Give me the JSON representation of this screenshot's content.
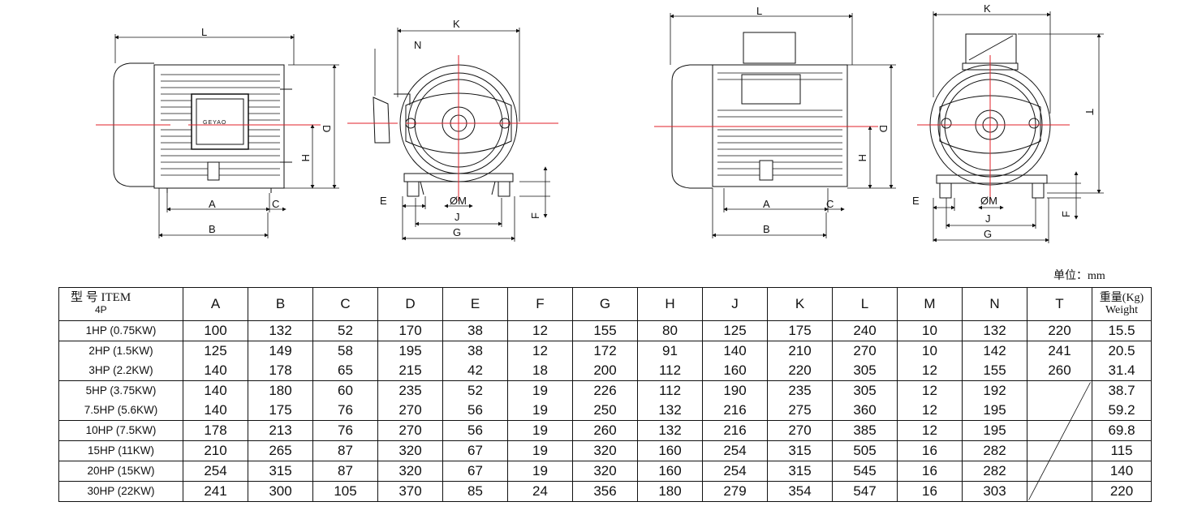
{
  "drawing_labels": {
    "left": {
      "L": "L",
      "A": "A",
      "B": "B",
      "C": "C",
      "D": "D",
      "H": "H"
    },
    "middle": {
      "K": "K",
      "N": "N",
      "E": "E",
      "M": "ØM",
      "J": "J",
      "G": "G",
      "F": "F"
    },
    "right_side": {
      "L": "L",
      "A": "A",
      "B": "B",
      "C": "C",
      "D": "D",
      "H": "H"
    },
    "right_front": {
      "K": "K",
      "T": "T",
      "E": "E",
      "M": "ØM",
      "J": "J",
      "G": "G",
      "F": "F"
    },
    "logo_text": "GEYAO"
  },
  "unit": "单位：mm",
  "table": {
    "item_header": "型 号 ITEM",
    "item_sub": "4P",
    "weight_header_cn": "重量(Kg)",
    "weight_header_en": "Weight",
    "columns": [
      "A",
      "B",
      "C",
      "D",
      "E",
      "F",
      "G",
      "H",
      "J",
      "K",
      "L",
      "M",
      "N",
      "T"
    ],
    "rows": [
      {
        "model": "1HP (0.75KW)",
        "vals": [
          "100",
          "132",
          "52",
          "170",
          "38",
          "12",
          "155",
          "80",
          "125",
          "175",
          "240",
          "10",
          "132",
          "220"
        ],
        "weight": "15.5"
      },
      {
        "model": "2HP (1.5KW)",
        "vals": [
          "125",
          "149",
          "58",
          "195",
          "38",
          "12",
          "172",
          "91",
          "140",
          "210",
          "270",
          "10",
          "142",
          "241"
        ],
        "weight": "20.5"
      },
      {
        "model": "3HP (2.2KW)",
        "vals": [
          "140",
          "178",
          "65",
          "215",
          "42",
          "18",
          "200",
          "112",
          "160",
          "220",
          "305",
          "12",
          "155",
          "260"
        ],
        "weight": "31.4"
      },
      {
        "model": "5HP (3.75KW)",
        "vals": [
          "140",
          "180",
          "60",
          "235",
          "52",
          "19",
          "226",
          "112",
          "190",
          "235",
          "305",
          "12",
          "192",
          ""
        ],
        "weight": "38.7"
      },
      {
        "model": "7.5HP (5.6KW)",
        "vals": [
          "140",
          "175",
          "76",
          "270",
          "56",
          "19",
          "250",
          "132",
          "216",
          "275",
          "360",
          "12",
          "195",
          ""
        ],
        "weight": "59.2"
      },
      {
        "model": "10HP (7.5KW)",
        "vals": [
          "178",
          "213",
          "76",
          "270",
          "56",
          "19",
          "260",
          "132",
          "216",
          "270",
          "385",
          "12",
          "195",
          ""
        ],
        "weight": "69.8"
      },
      {
        "model": "15HP (11KW)",
        "vals": [
          "210",
          "265",
          "87",
          "320",
          "67",
          "19",
          "320",
          "160",
          "254",
          "315",
          "505",
          "16",
          "282",
          ""
        ],
        "weight": "115"
      },
      {
        "model": "20HP (15KW)",
        "vals": [
          "254",
          "315",
          "87",
          "320",
          "67",
          "19",
          "320",
          "160",
          "254",
          "315",
          "545",
          "16",
          "282",
          ""
        ],
        "weight": "140"
      },
      {
        "model": "30HP (22KW)",
        "vals": [
          "241",
          "300",
          "105",
          "370",
          "85",
          "24",
          "356",
          "180",
          "279",
          "354",
          "547",
          "16",
          "303",
          ""
        ],
        "weight": "220"
      }
    ]
  }
}
